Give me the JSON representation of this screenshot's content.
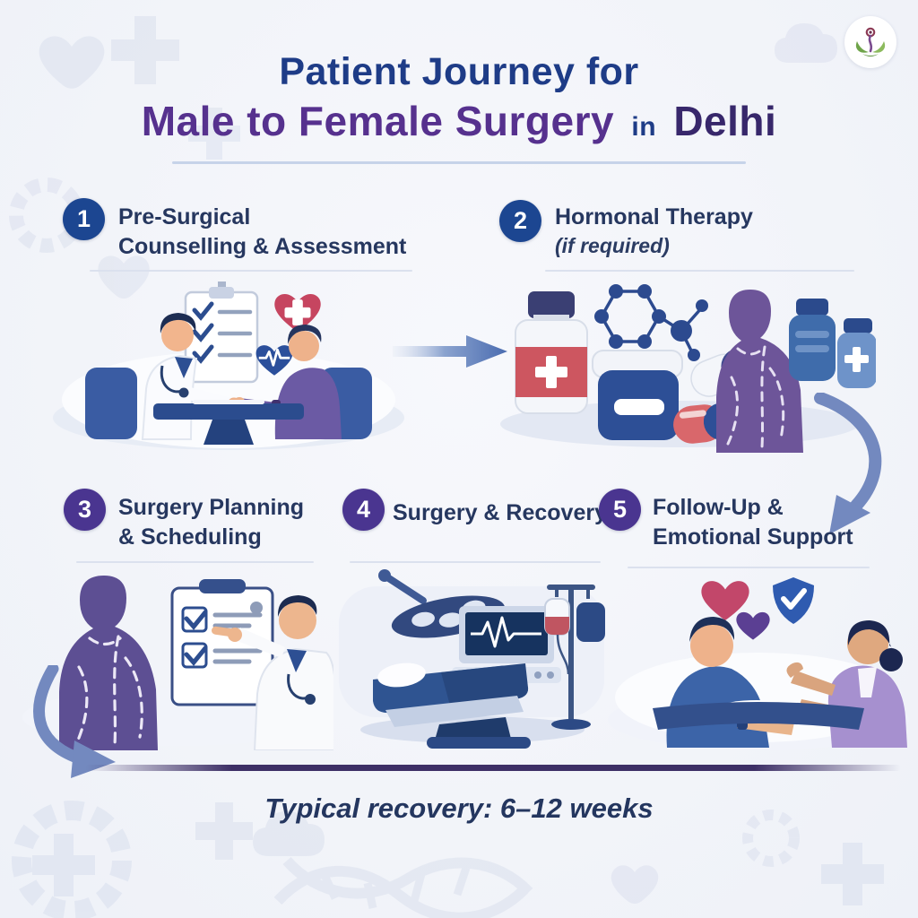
{
  "header": {
    "title_line1": "Patient Journey for",
    "title_line2_main": "Male to Female Surgery",
    "title_line2_in": "in",
    "title_line2_city": "Delhi"
  },
  "steps": [
    {
      "number": "1",
      "line1": "Pre-Surgical",
      "line2": "Counselling & Assessment"
    },
    {
      "number": "2",
      "line1": "Hormonal Therapy",
      "line2": "(if required)"
    },
    {
      "number": "3",
      "line1": "Surgery Planning",
      "line2": "& Scheduling"
    },
    {
      "number": "4",
      "line1": "Surgery & Recovery",
      "line2": ""
    },
    {
      "number": "5",
      "line1": "Follow-Up &",
      "line2": "Emotional Support"
    }
  ],
  "footer": {
    "recovery_note": "Typical recovery: 6–12 weeks"
  },
  "colors": {
    "title_navy": "#1e3c87",
    "title_purple": "#56318e",
    "title_city": "#37276b",
    "heading_text": "#26375f",
    "step_circle_blue": "#1c4691",
    "step_circle_purple": "#4a3590",
    "arrow_blue": "#7389bf",
    "divider_purple": "#3d2f66"
  }
}
